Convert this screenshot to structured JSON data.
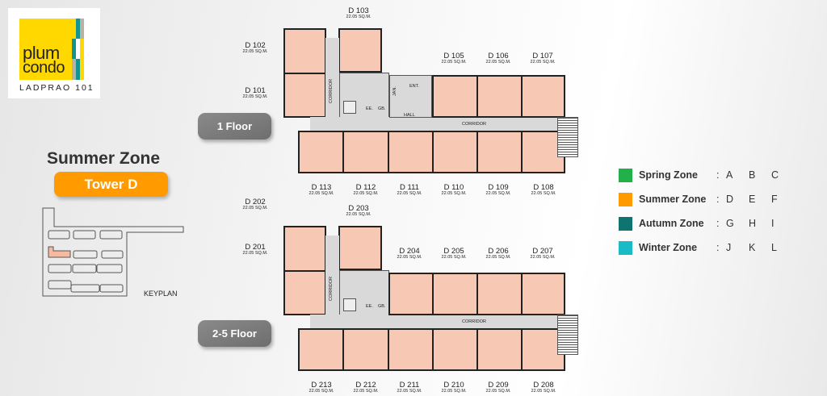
{
  "logo": {
    "line1": "plum",
    "line2": "condo",
    "line3": "LADPRAO 101"
  },
  "zone_title": "Summer Zone",
  "tower_label": "Tower D",
  "keyplan_label": "KEYPLAN",
  "colors": {
    "spring": "#22b04b",
    "summer": "#ff9a00",
    "autumn": "#0f7470",
    "winter": "#19bcc6",
    "unit_fill": "#f7c9b4"
  },
  "legend": [
    {
      "name": "Spring Zone",
      "letters": [
        "A",
        "B",
        "C"
      ],
      "color": "#22b04b"
    },
    {
      "name": "Summer Zone",
      "letters": [
        "D",
        "E",
        "F"
      ],
      "color": "#ff9a00"
    },
    {
      "name": "Autumn Zone",
      "letters": [
        "G",
        "H",
        "I"
      ],
      "color": "#0f7470"
    },
    {
      "name": "Winter Zone",
      "letters": [
        "J",
        "K",
        "L"
      ],
      "color": "#19bcc6"
    }
  ],
  "legend_separator": ":",
  "floors": [
    {
      "label": "1 Floor",
      "units": [
        {
          "name": "D 101",
          "area": "22.05 SQ.M."
        },
        {
          "name": "D 102",
          "area": "22.05 SQ.M."
        },
        {
          "name": "D 103",
          "area": "22.05 SQ.M."
        },
        {
          "name": "D 105",
          "area": "22.05 SQ.M."
        },
        {
          "name": "D 106",
          "area": "22.05 SQ.M."
        },
        {
          "name": "D 107",
          "area": "22.05 SQ.M."
        },
        {
          "name": "D 108",
          "area": "22.05 SQ.M."
        },
        {
          "name": "D 109",
          "area": "22.05 SQ.M."
        },
        {
          "name": "D 110",
          "area": "22.05 SQ.M."
        },
        {
          "name": "D 111",
          "area": "22.05 SQ.M."
        },
        {
          "name": "D 112",
          "area": "22.05 SQ.M."
        },
        {
          "name": "D 113",
          "area": "22.05 SQ.M."
        }
      ],
      "rooms": {
        "corridor_v": "CORRIDOR",
        "corridor_h": "CORRIDOR",
        "ee": "EE.",
        "gb": "GB.",
        "hall": "HALL",
        "ent": "ENT.",
        "jan": "JAN."
      }
    },
    {
      "label": "2-5 Floor",
      "units": [
        {
          "name": "D 201",
          "area": "22.05 SQ.M."
        },
        {
          "name": "D 202",
          "area": "22.05 SQ.M."
        },
        {
          "name": "D 203",
          "area": "22.05 SQ.M."
        },
        {
          "name": "D 204",
          "area": "22.05 SQ.M."
        },
        {
          "name": "D 205",
          "area": "22.05 SQ.M."
        },
        {
          "name": "D 206",
          "area": "22.05 SQ.M."
        },
        {
          "name": "D 207",
          "area": "22.05 SQ.M."
        },
        {
          "name": "D 208",
          "area": "22.05 SQ.M."
        },
        {
          "name": "D 209",
          "area": "22.05 SQ.M."
        },
        {
          "name": "D 210",
          "area": "22.05 SQ.M."
        },
        {
          "name": "D 211",
          "area": "22.05 SQ.M."
        },
        {
          "name": "D 212",
          "area": "22.05 SQ.M."
        },
        {
          "name": "D 213",
          "area": "22.05 SQ.M."
        }
      ],
      "rooms": {
        "corridor_v": "CORRIDOR",
        "corridor_h": "CORRIDOR",
        "ee": "EE.",
        "gb": "GB."
      }
    }
  ]
}
